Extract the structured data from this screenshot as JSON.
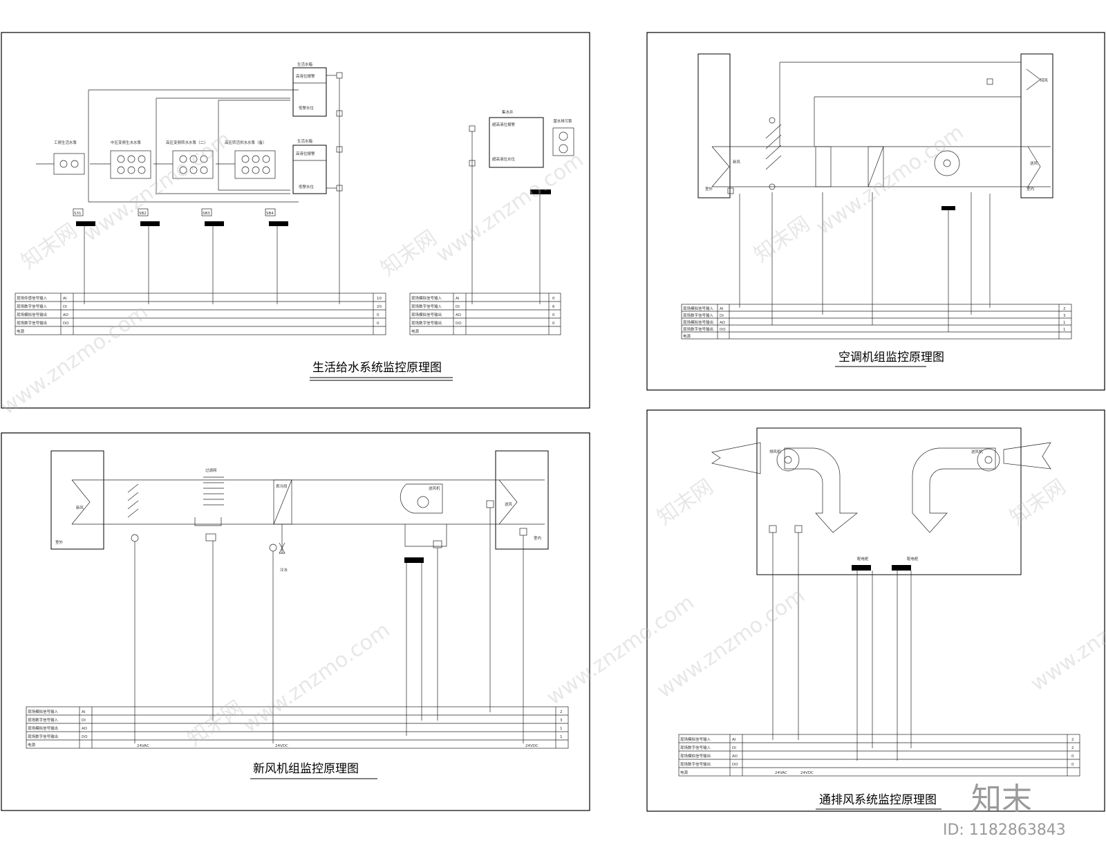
{
  "panels": {
    "water": {
      "title": "生活给水系统监控原理图",
      "pump_groups": [
        "工频生活水泵",
        "中区变频生水水泵",
        "高区变频转水水泵（二）",
        "高区转活供水水泵（备）"
      ],
      "tank_top": {
        "label": "生活水箱",
        "items": [
          "高液位报警",
          "低警水位"
        ]
      },
      "tank_bottom": {
        "label": "生活水箱",
        "items": [
          "高液位报警",
          "低警水位"
        ]
      },
      "panel_ids": [
        "S31",
        "SB2",
        "SB3",
        "SB4"
      ],
      "sump": {
        "label": "集水井",
        "items": [
          "超高液位报警",
          "超高液位水位"
        ],
        "pump": "潜水排污泵"
      },
      "table_left": {
        "rows": [
          "现场传感信号输入",
          "现场数字信号输入",
          "现场模拟信号输出",
          "现场数字信号输出",
          "电源"
        ],
        "codes": [
          "AI",
          "DI",
          "AO",
          "DO",
          ""
        ],
        "counts": [
          "10",
          "20",
          "0",
          "0",
          ""
        ]
      },
      "table_right": {
        "rows": [
          "现场模拟信号输入",
          "现场数字信号输入",
          "现场模拟信号输出",
          "现场数字信号输出",
          "电源"
        ],
        "codes": [
          "AI",
          "DI",
          "AO",
          "DO",
          ""
        ],
        "counts": [
          "0",
          "6",
          "0",
          "0",
          ""
        ]
      }
    },
    "ahu": {
      "title": "空调机组监控原理图",
      "labels": [
        "新风",
        "回风",
        "送风",
        "室外",
        "室内"
      ],
      "table": {
        "rows": [
          "现场模拟信号输入",
          "现场数字信号输入",
          "现场模拟信号输出",
          "现场数字信号输出",
          "电源"
        ],
        "codes": [
          "AI",
          "DI",
          "AO",
          "DO",
          ""
        ],
        "counts": [
          "2",
          "3",
          "1",
          "1",
          ""
        ]
      }
    },
    "fresh": {
      "title": "新风机组监控原理图",
      "labels": [
        "新风",
        "送风",
        "室外",
        "室内",
        "过滤网",
        "表冷段",
        "送风机",
        "冷水"
      ],
      "table": {
        "rows": [
          "现场模拟信号输入",
          "现场数字信号输入",
          "现场模拟信号输出",
          "现场数字信号输出",
          "电源"
        ],
        "codes": [
          "AI",
          "DI",
          "AO",
          "DO",
          ""
        ],
        "counts": [
          "2",
          "3",
          "1",
          "1",
          ""
        ],
        "power": [
          "24VAC",
          "24VDC",
          "24VDC"
        ]
      }
    },
    "exhaust": {
      "title": "通排风系统监控原理图",
      "labels": [
        "排风机",
        "送风机",
        "配电柜",
        "配电柜"
      ],
      "table": {
        "rows": [
          "现场模拟信号输入",
          "现场数字信号输入",
          "现场模拟信号输出",
          "现场数字信号输出",
          "电源"
        ],
        "codes": [
          "AI",
          "DI",
          "AO",
          "DO",
          ""
        ],
        "counts": [
          "2",
          "2",
          "0",
          "0",
          ""
        ],
        "power": [
          "24VAC",
          "24VDC"
        ]
      }
    }
  },
  "watermark": {
    "text": "www.znzmo.com",
    "brand_cn": "知末网",
    "brand_logo": "知末"
  },
  "image_id": "ID: 1182863843"
}
